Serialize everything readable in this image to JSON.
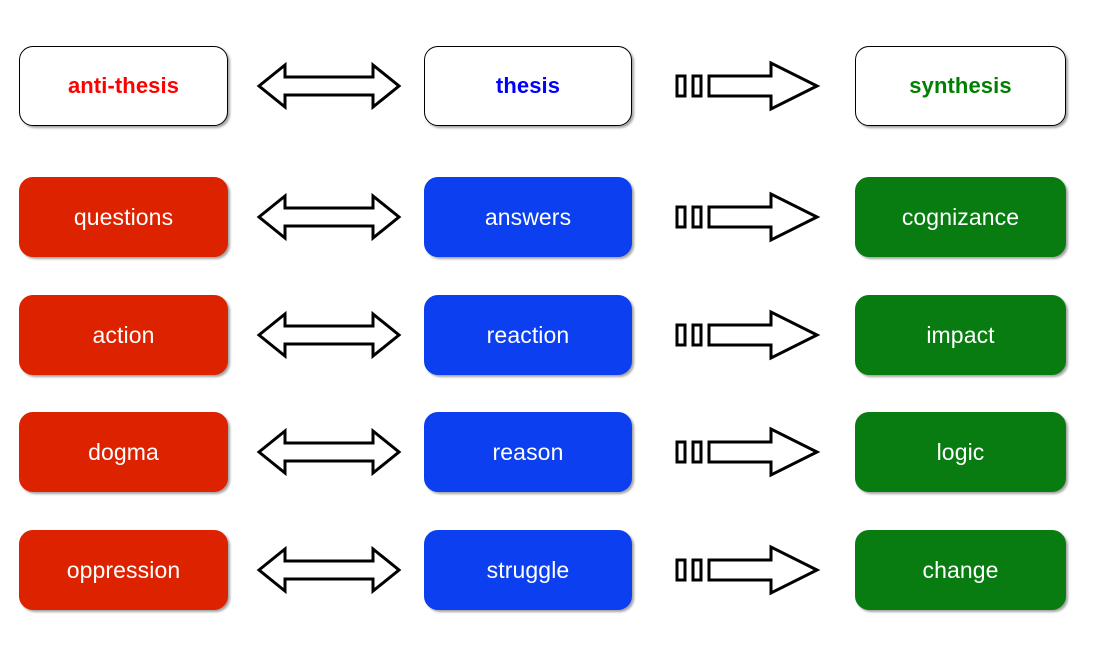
{
  "title": "Dialectic: anti-thesis / thesis / synthesis",
  "colors": {
    "antithesis_header_text": "#FF0000",
    "thesis_header_text": "#0000FF",
    "synthesis_header_text": "#008000",
    "antithesis_fill": "#DD2200",
    "thesis_fill": "#0B3FF0",
    "synthesis_fill": "#087C11",
    "box_text": "#FFFFFF",
    "outline": "#000000",
    "background": "#FFFFFF"
  },
  "columns": [
    {
      "key": "antithesis",
      "header": "anti-thesis"
    },
    {
      "key": "thesis",
      "header": "thesis"
    },
    {
      "key": "synthesis",
      "header": "synthesis"
    }
  ],
  "connectors": {
    "left": {
      "icon": "double-headed-arrow",
      "direction": "bidirectional",
      "style": "solid-outline"
    },
    "right": {
      "icon": "dashed-block-arrow",
      "direction": "right",
      "style": "dashed-tail-outline"
    }
  },
  "rows": [
    {
      "kind": "header",
      "antithesis": "anti-thesis",
      "thesis": "thesis",
      "synthesis": "synthesis"
    },
    {
      "kind": "data",
      "antithesis": "questions",
      "thesis": "answers",
      "synthesis": "cognizance"
    },
    {
      "kind": "data",
      "antithesis": "action",
      "thesis": "reaction",
      "synthesis": "impact"
    },
    {
      "kind": "data",
      "antithesis": "dogma",
      "thesis": "reason",
      "synthesis": "logic"
    },
    {
      "kind": "data",
      "antithesis": "oppression",
      "thesis": "struggle",
      "synthesis": "change"
    }
  ]
}
